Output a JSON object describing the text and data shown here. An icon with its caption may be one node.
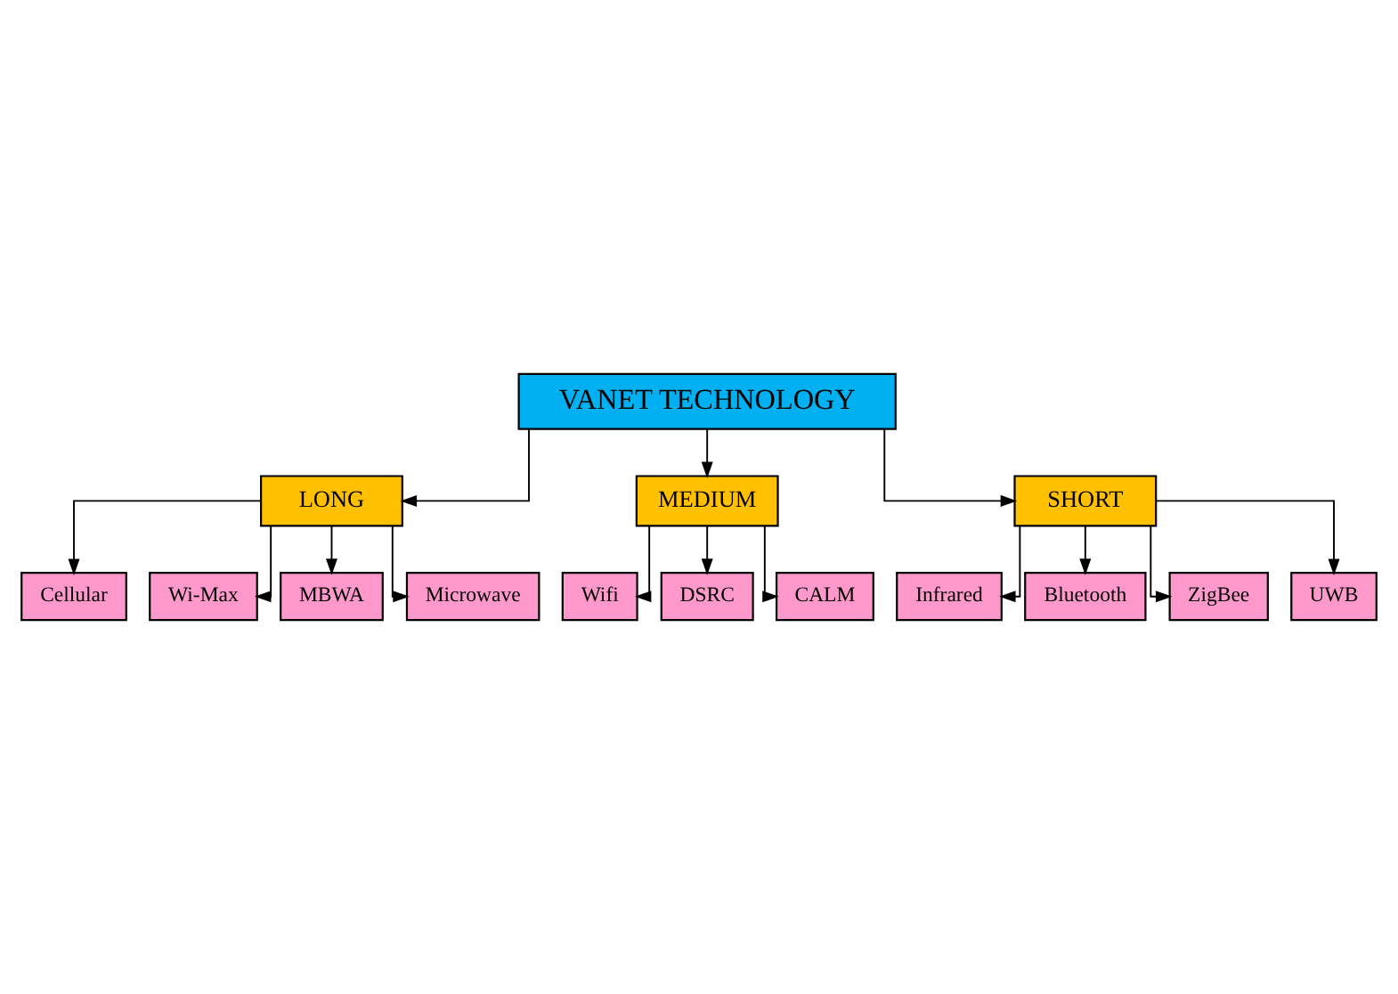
{
  "diagram": {
    "nodes": [
      {
        "text": [
          "VANET TECHNOLOGY"
        ]
      },
      {
        "text": [
          "LONG"
        ]
      },
      {
        "text": [
          "MEDIUM"
        ]
      },
      {
        "text": [
          "SHORT"
        ]
      },
      {
        "text": [
          "Cellular"
        ]
      },
      {
        "text": [
          "Wi-Max"
        ]
      },
      {
        "text": [
          "MBWA"
        ]
      },
      {
        "text": [
          "Microwave"
        ]
      },
      {
        "text": [
          "Wifi"
        ]
      },
      {
        "text": [
          "DSRC"
        ]
      },
      {
        "text": [
          "CALM"
        ]
      },
      {
        "text": [
          "Infrared"
        ]
      },
      {
        "text": [
          "Bluetooth"
        ]
      },
      {
        "text": [
          "ZigBee"
        ]
      },
      {
        "text": [
          "UWB"
        ]
      }
    ],
    "edges": [
      {
        "from": 0,
        "to": 1,
        "arrow": "to"
      },
      {
        "from": 0,
        "to": 2,
        "arrow": "to"
      },
      {
        "from": 0,
        "to": 3,
        "arrow": "to"
      },
      {
        "from": 1,
        "to": 4,
        "arrow": "to"
      },
      {
        "from": 1,
        "to": 5,
        "arrow": "to"
      },
      {
        "from": 1,
        "to": 6,
        "arrow": "to"
      },
      {
        "from": 1,
        "to": 7,
        "arrow": "to"
      },
      {
        "from": 2,
        "to": 8,
        "arrow": "to"
      },
      {
        "from": 2,
        "to": 9,
        "arrow": "to"
      },
      {
        "from": 2,
        "to": 10,
        "arrow": "to"
      },
      {
        "from": 3,
        "to": 11,
        "arrow": "to"
      },
      {
        "from": 3,
        "to": 12,
        "arrow": "to"
      },
      {
        "from": 3,
        "to": 13,
        "arrow": "to"
      },
      {
        "from": 3,
        "to": 14,
        "arrow": "to"
      }
    ]
  }
}
